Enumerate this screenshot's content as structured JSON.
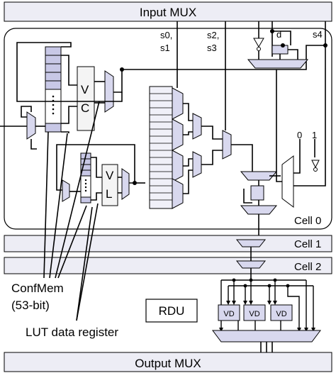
{
  "input_bar": {
    "label": "Input MUX"
  },
  "output_bar": {
    "label": "Output MUX"
  },
  "cells": [
    {
      "label": "Cell 0"
    },
    {
      "label": "Cell 1"
    },
    {
      "label": "Cell 2"
    }
  ],
  "select_labels": {
    "s0_line1": "s0,",
    "s0_line2": "s1",
    "s2_line1": "s2,",
    "s2_line2": "s3",
    "d": "d",
    "s4": "s4"
  },
  "const_labels": {
    "zero": "0",
    "one": "1"
  },
  "blocks": {
    "vc_v": "V",
    "vc_c": "C",
    "vl_v": "V",
    "vl_l": "L",
    "rdu": "RDU",
    "vd": [
      "VD",
      "VD",
      "VD"
    ]
  },
  "callouts": {
    "confmem_line1": "ConfMem",
    "confmem_line2": "(53-bit)",
    "lut_register": "LUT data register"
  },
  "colors": {
    "bar_fill": "#ededf5",
    "mux_fill": "#d8d8ee",
    "register_fill": "#c8c8e6",
    "line": "#000000"
  }
}
